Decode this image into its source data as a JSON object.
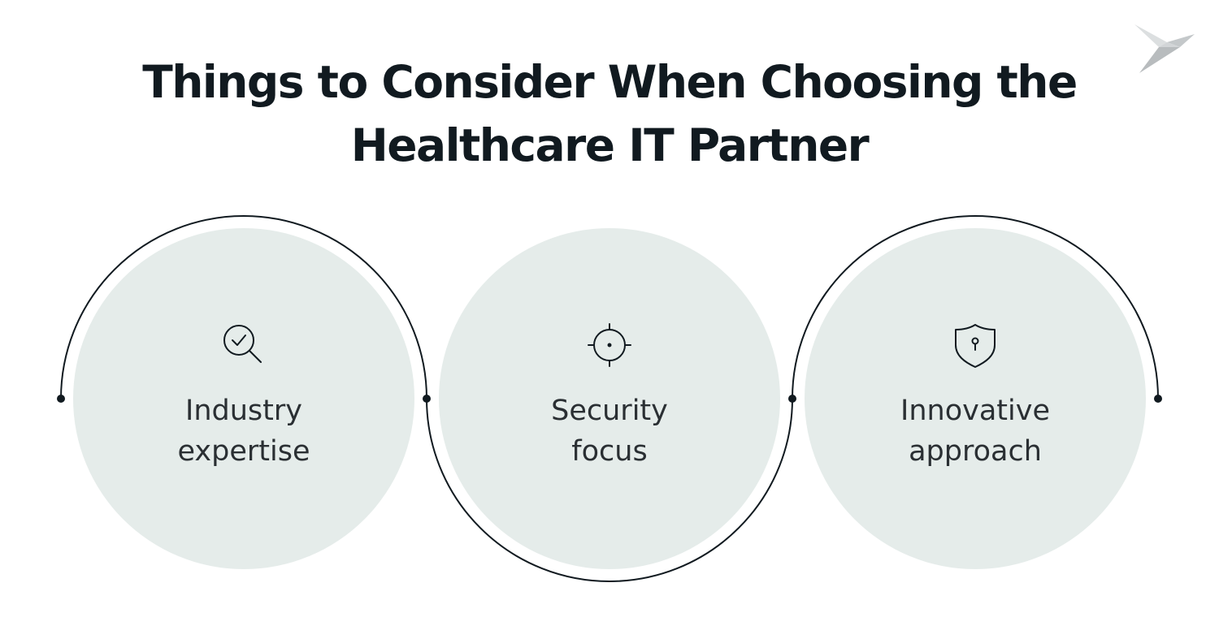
{
  "header": {
    "title_line1": "Things to Consider When Choosing the",
    "title_line2": "Healthcare IT Partner"
  },
  "items": [
    {
      "line1": "Industry",
      "line2": "expertise",
      "icon": "search-check-icon"
    },
    {
      "line1": "Security",
      "line2": "focus",
      "icon": "crosshair-icon"
    },
    {
      "line1": "Innovative",
      "line2": "approach",
      "icon": "shield-lock-icon"
    }
  ],
  "colors": {
    "title": "#111a20",
    "circle_fill": "#e5ecea",
    "connector": "#111a20",
    "text": "#2a2f33",
    "logo": "#c9cccd"
  }
}
